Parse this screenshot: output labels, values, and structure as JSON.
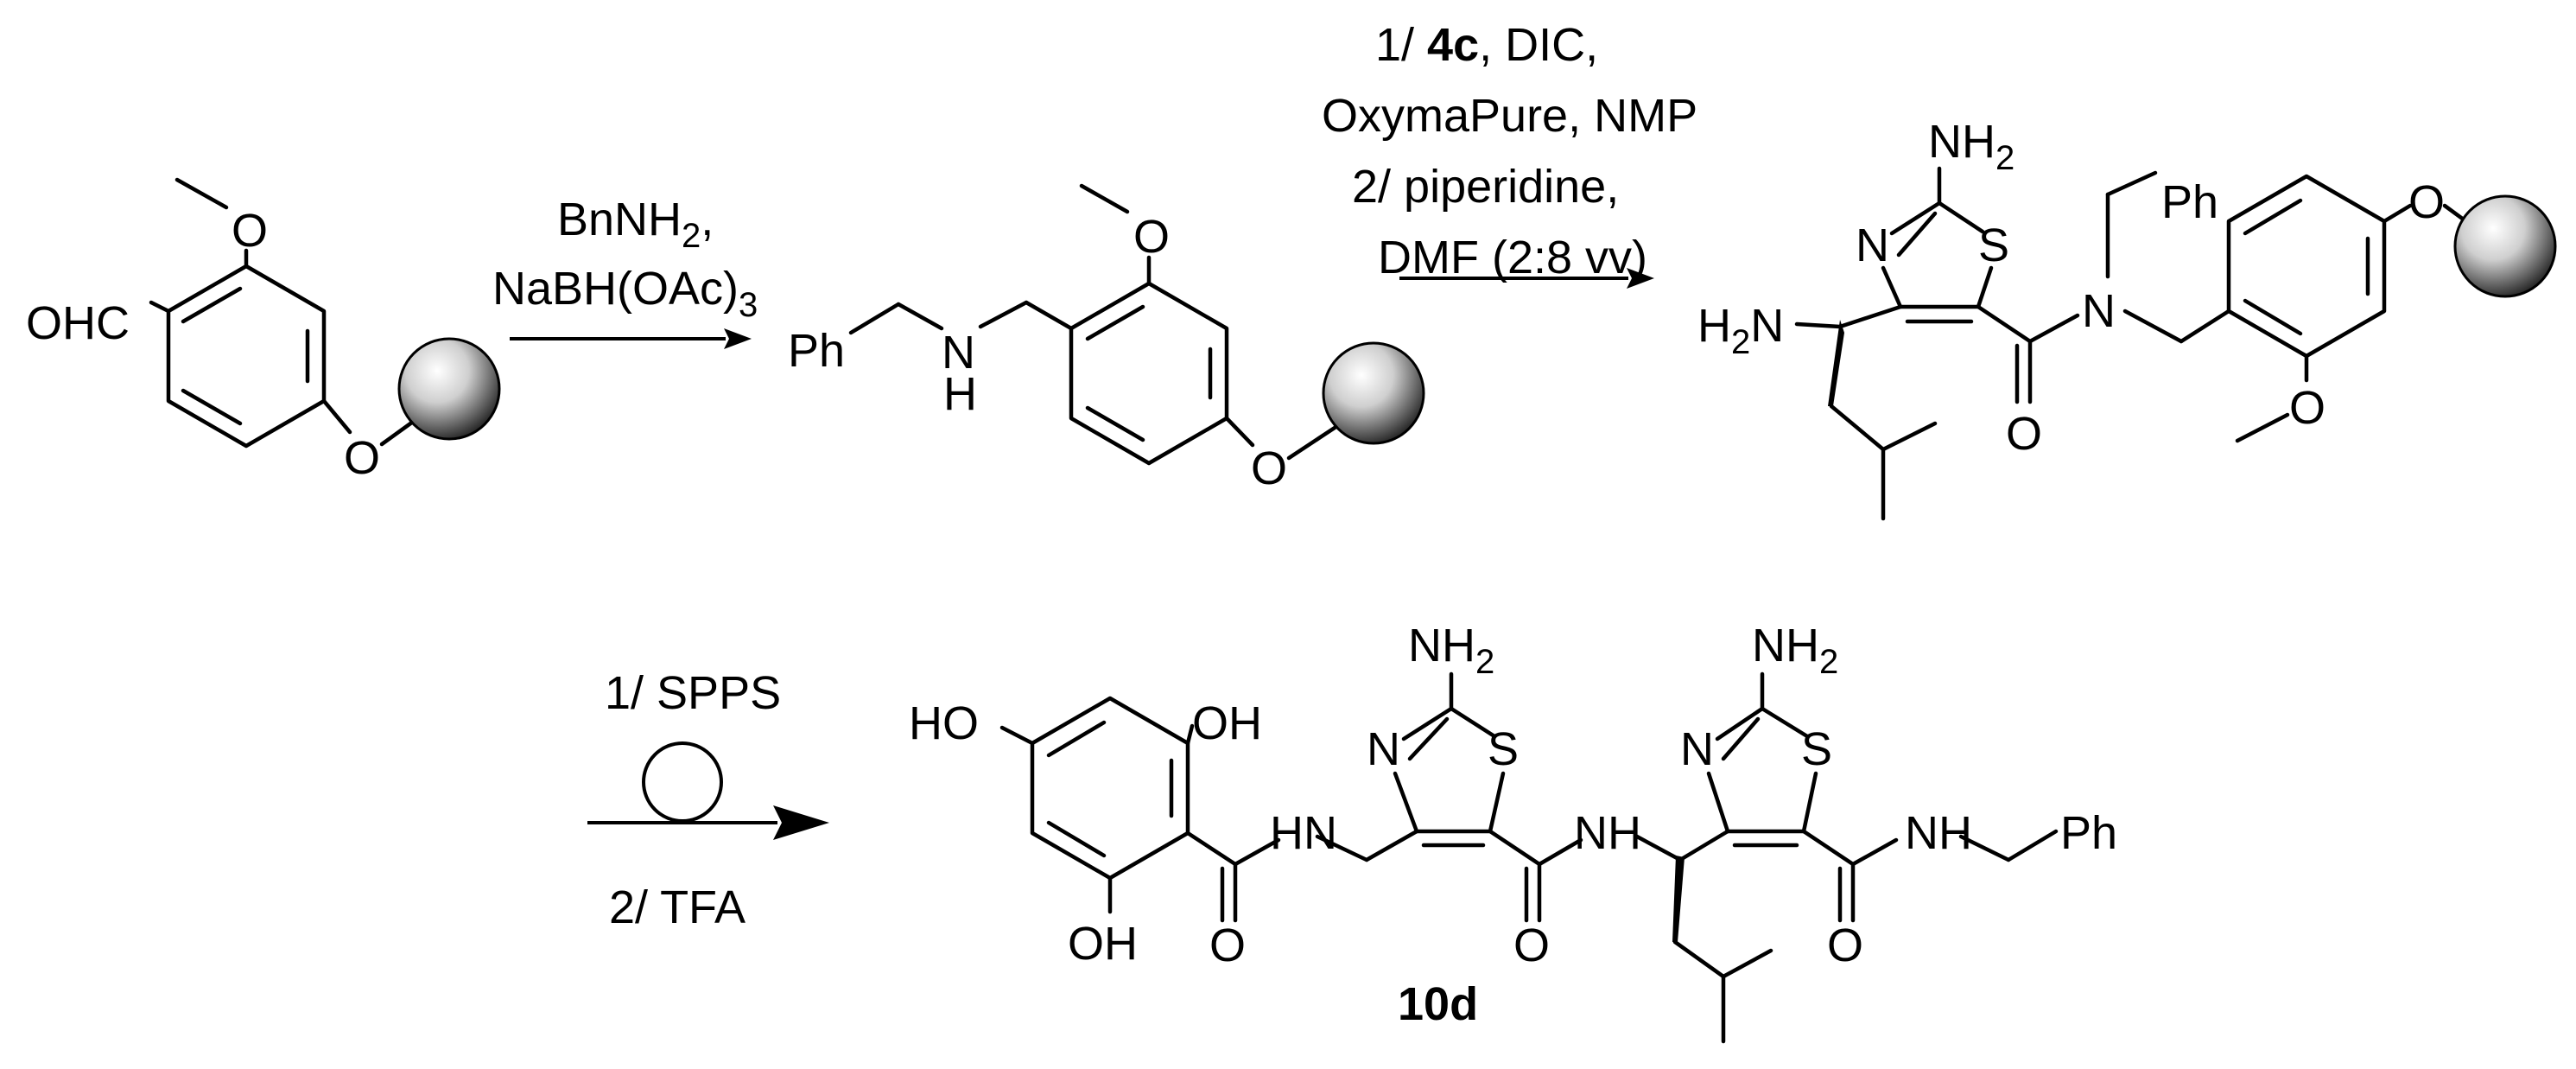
{
  "scheme": {
    "step1": {
      "reagent_line1_main": "BnNH",
      "reagent_line1_sub": "2",
      "reagent_line1_tail": ",",
      "reagent_line2_main": "NaBH(OAc)",
      "reagent_line2_sub": "3"
    },
    "step2": {
      "line1_pre": "1/ ",
      "line1_bold": "4c",
      "line1_post": ", DIC,",
      "line2": "OxymaPure, NMP",
      "line3": "2/ piperidine,",
      "line4": "DMF (2:8 vv)"
    },
    "step3": {
      "above": "1/ SPPS",
      "below": "2/ TFA"
    },
    "compound_label": "10d"
  },
  "atoms": {
    "ohc": "OHC",
    "o": "O",
    "ph": "Ph",
    "n": "N",
    "h": "H",
    "s": "S",
    "nh2_main": "NH",
    "nh2_sub": "2",
    "h2n_h": "H",
    "h2n_sub": "2",
    "h2n_n": "N",
    "ho": "HO",
    "oh": "OH"
  }
}
